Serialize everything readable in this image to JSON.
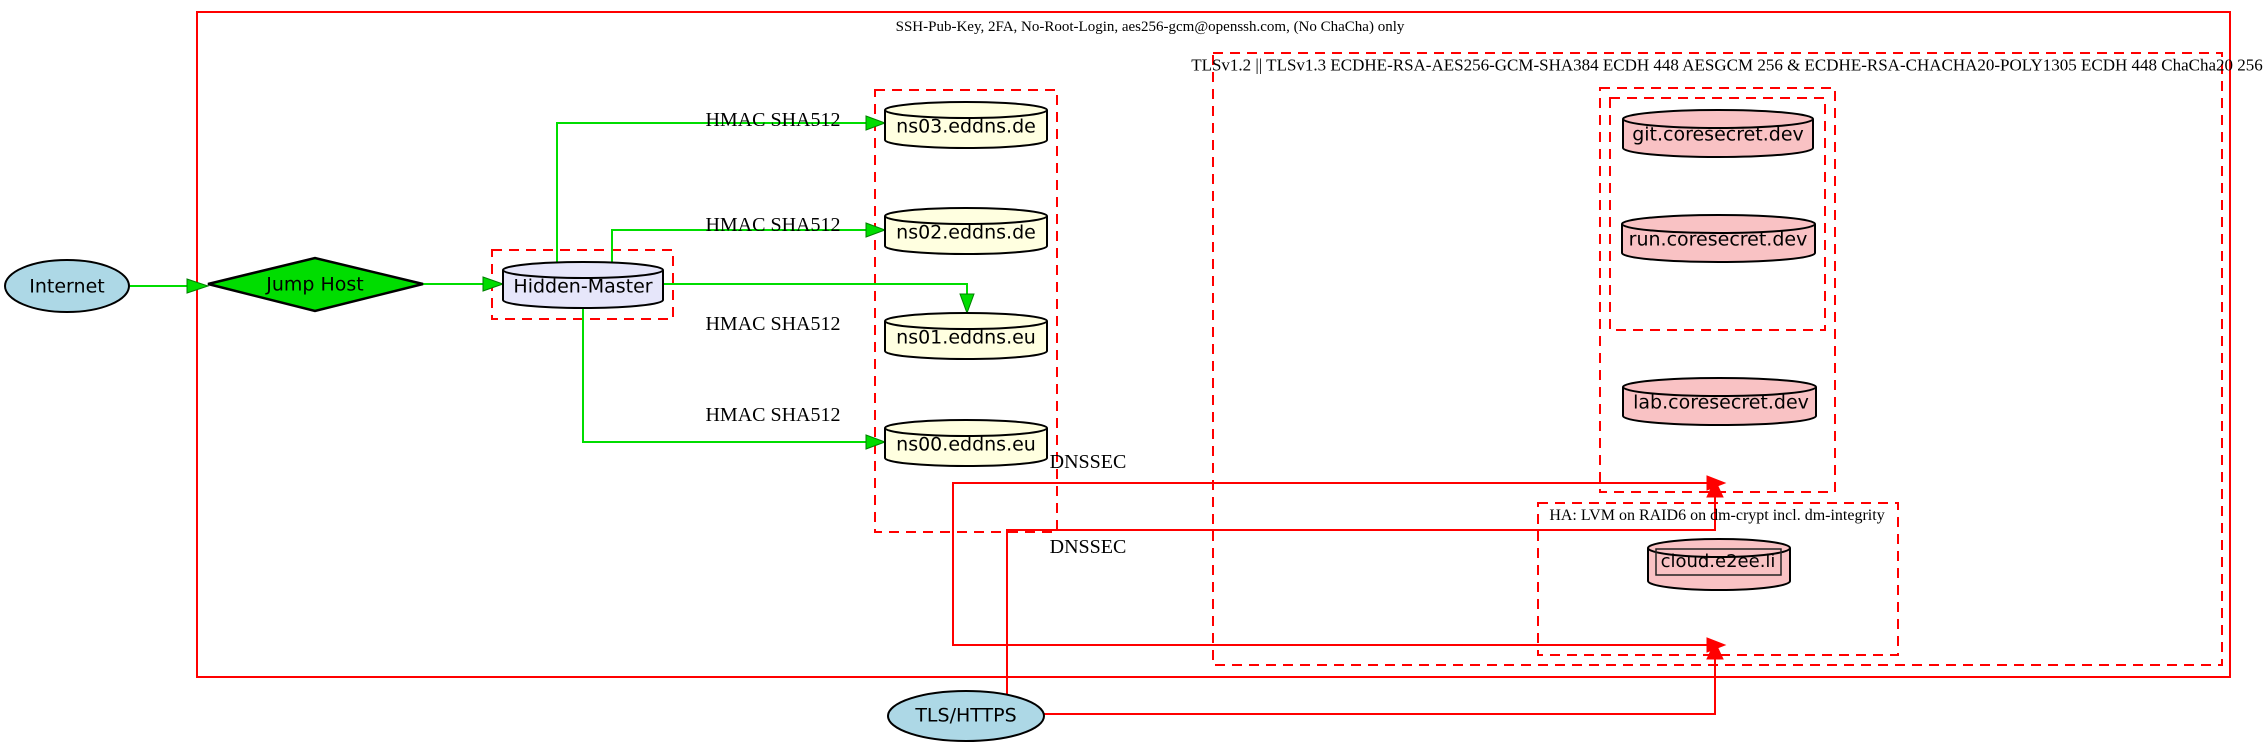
{
  "diagram": {
    "clusters": {
      "ssh": {
        "label": "SSH-Pub-Key, 2FA, No-Root-Login, aes256-gcm@openssh.com, (No ChaCha) only"
      },
      "tls": {
        "label": "TLSv1.2 || TLSv1.3 ECDHE-RSA-AES256-GCM-SHA384 ECDH 448 AESGCM 256 & ECDHE-RSA-CHACHA20-POLY1305 ECDH 448 ChaCha20 256"
      },
      "ha": {
        "label": "HA: LVM on RAID6 on dm-crypt incl. dm-integrity"
      }
    },
    "nodes": {
      "internet": {
        "label": "Internet"
      },
      "jump_host": {
        "label": "Jump Host"
      },
      "hidden_master": {
        "label": "Hidden-Master"
      },
      "ns03": {
        "label": "ns03.eddns.de"
      },
      "ns02": {
        "label": "ns02.eddns.de"
      },
      "ns01": {
        "label": "ns01.eddns.eu"
      },
      "ns00": {
        "label": "ns00.eddns.eu"
      },
      "git": {
        "label": "git.coresecret.dev"
      },
      "run": {
        "label": "run.coresecret.dev"
      },
      "lab": {
        "label": "lab.coresecret.dev"
      },
      "cloud": {
        "label": "cloud.e2ee.li"
      },
      "tls_https": {
        "label": "TLS/HTTPS"
      }
    },
    "edge_labels": {
      "hmac1": "HMAC SHA512",
      "hmac2": "HMAC SHA512",
      "hmac3": "HMAC SHA512",
      "hmac4": "HMAC SHA512",
      "dnssec1": "DNSSEC",
      "dnssec2": "DNSSEC"
    },
    "colors": {
      "cluster_border": "#ff0000",
      "secure_edge_green": "#00dd00",
      "insecure_edge_red": "#ff0000",
      "internet_fill": "#add8e6",
      "jump_host_fill": "#00dd00",
      "hidden_master_fill": "#e6e6fa",
      "nameserver_fill": "#ffffe0",
      "service_fill": "#f9c2c4",
      "node_border": "#000000"
    }
  }
}
